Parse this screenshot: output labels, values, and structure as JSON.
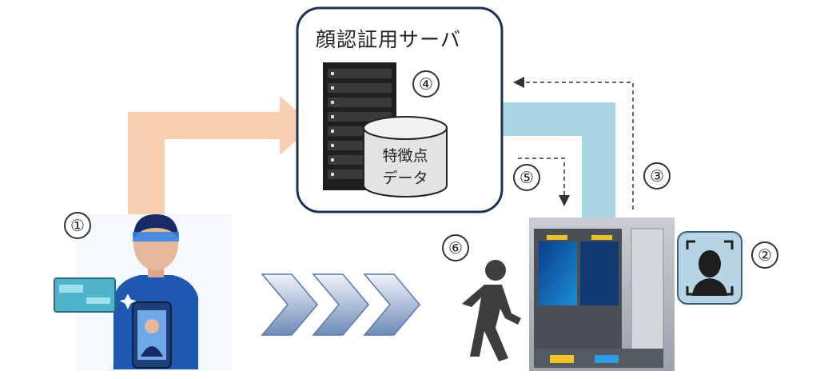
{
  "server": {
    "title": "顔認証用サーバ",
    "db_label_line1": "特徴点",
    "db_label_line2": "データ"
  },
  "steps": [
    "①",
    "②",
    "③",
    "④",
    "⑤",
    "⑥"
  ],
  "colors": {
    "upload_arrow": "#f8cfb0",
    "return_arrow": "#a9d5e3",
    "chevron_dark": "#6f8bb8",
    "chevron_light": "#e6edf6",
    "server_border": "#1f3055",
    "walker": "#3d3d3d"
  },
  "icons": [
    "person-with-phone-icon",
    "server-rack-icon",
    "database-icon",
    "face-scan-icon",
    "walking-person-icon",
    "gate-photo",
    "chevron-arrows-icon"
  ]
}
